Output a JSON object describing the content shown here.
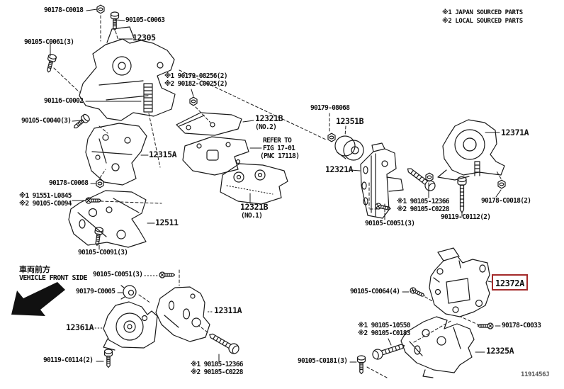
{
  "colors": {
    "background": "#ffffff",
    "ink": "#1a1a1a",
    "highlight_box": "#a42a2a",
    "figure_code_text": "#555555"
  },
  "legend": {
    "line1": "※1 JAPAN SOURCED PARTS",
    "line2": "※2 LOCAL SOURCED PARTS"
  },
  "orientation": {
    "jp": "車両前方",
    "en": "VEHICLE FRONT SIDE"
  },
  "figure_code": "1191456J",
  "highlighted_part": "12372A",
  "icons": {
    "vehicle_front_arrow": "thick-arrow-down-left",
    "bolt": "hex-flange-bolt",
    "nut": "hex-nut",
    "stud": "threaded-stud"
  },
  "labels": {
    "c0018_top": {
      "text": "90178-C0018"
    },
    "c0063": {
      "text": "90105-C0063"
    },
    "p12305": {
      "text": "12305"
    },
    "c0061": {
      "text": "90105-C0061(3)"
    },
    "c0002": {
      "text": "90116-C0002"
    },
    "c0040": {
      "text": "90105-C0040(3)"
    },
    "n08256": {
      "text": "※1 90179-08256(2)"
    },
    "nC0025": {
      "text": "※2 90182-C0025(2)"
    },
    "p12321b2": {
      "text": "12321B"
    },
    "p12321b2_sub": {
      "text": "(NO.2)"
    },
    "refer1": {
      "text": "REFER TO"
    },
    "refer2": {
      "text": "FIG 17-01"
    },
    "refer3": {
      "text": "(PNC 17118)"
    },
    "p12315a": {
      "text": "12315A"
    },
    "p12321b1": {
      "text": "12321B"
    },
    "p12321b1_sub": {
      "text": "(NO.1)"
    },
    "b08068": {
      "text": "90179-08068"
    },
    "p12351b": {
      "text": "12351B"
    },
    "p12321a": {
      "text": "12321A"
    },
    "p12371a": {
      "text": "12371A"
    },
    "n12366_r": {
      "text": "※1 90105-12366"
    },
    "nC0228_r": {
      "text": "※2 90105-C0228"
    },
    "c0018_2": {
      "text": "90178-C0018(2)"
    },
    "c0112": {
      "text": "90119-C0112(2)"
    },
    "c0051_r": {
      "text": "90105-C0051(3)"
    },
    "c0068": {
      "text": "90178-C0068"
    },
    "nL0845": {
      "text": "※1 91551-L0845"
    },
    "nC0094": {
      "text": "※2 90105-C0094"
    },
    "p12511": {
      "text": "12511"
    },
    "c0091": {
      "text": "90105-C0091(3)"
    },
    "c0051_b": {
      "text": "90105-C0051(3)"
    },
    "c0005": {
      "text": "90179-C0005"
    },
    "p12361a": {
      "text": "12361A"
    },
    "p12311a": {
      "text": "12311A"
    },
    "c0114": {
      "text": "90119-C0114(2)"
    },
    "n12366_b": {
      "text": "※1 90105-12366"
    },
    "nC0228_b": {
      "text": "※2 90105-C0228"
    },
    "c0064": {
      "text": "90105-C0064(4)"
    },
    "p12372a": {
      "text": "12372A"
    },
    "n10550": {
      "text": "※1 90105-10550"
    },
    "nC0183": {
      "text": "※2 90105-C0183"
    },
    "c0033": {
      "text": "90178-C0033"
    },
    "p12325a": {
      "text": "12325A"
    },
    "c0181": {
      "text": "90105-C0181(3)"
    }
  }
}
